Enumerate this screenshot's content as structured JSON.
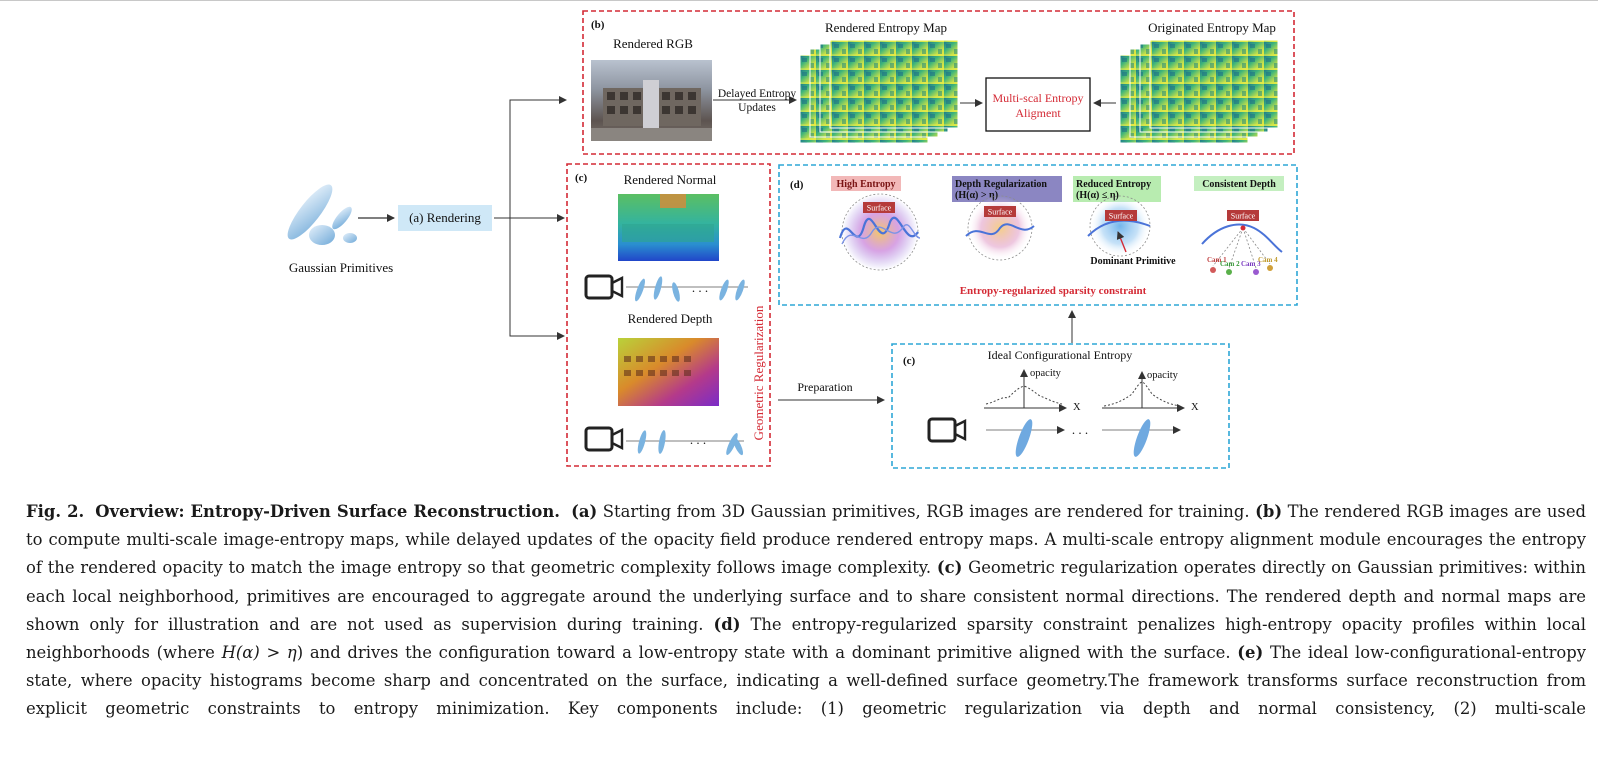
{
  "figure": {
    "gaussian_label": "Gaussian Primitives",
    "rendering_label": "(a)  Rendering",
    "panel_b": {
      "tag": "(b)",
      "rendered_rgb": "Rendered RGB",
      "delayed_line1": "Delayed Entropy",
      "delayed_line2": "Updates",
      "rendered_entropy_map": "Rendered Entropy Map",
      "multiscale_line1": "Multi-scal Entropy",
      "multiscale_line2": "Aligment",
      "originated_entropy_map": "Originated Entropy Map"
    },
    "panel_c": {
      "tag": "(c)",
      "rendered_normal": "Rendered Normal",
      "rendered_depth": "Rendered Depth",
      "geometric_regularization": "Geometric Regularization",
      "dots": ". . ."
    },
    "panel_d": {
      "tag": "(d)",
      "high_entropy": "High Entropy",
      "depth_reg_line1": "Depth Regularization",
      "depth_reg_line2": "(H(α) > η)",
      "reduced_line1": "Reduced Entropy",
      "reduced_line2": "(H(α) ≤ η)",
      "consistent_depth": "Consistent Depth",
      "surface": "Surface",
      "dominant_primitive": "Dominant Primitive",
      "cam1": "Cam 1",
      "cam2": "Cam 2",
      "cam3": "Cam 3",
      "cam4": "Cam 4",
      "constraint": "Entropy-regularized sparsity constraint"
    },
    "panel_e": {
      "tag": "(c)",
      "title": "Ideal Configurational Entropy",
      "opacity": "opacity",
      "x": "X",
      "dots": ". . ."
    },
    "preparation": "Preparation",
    "colors": {
      "red_dashed": "#d42a35",
      "blue_dashed": "#2ea7d6",
      "rendering_box": "#cfe8f7",
      "high_entropy_badge": "#f2b8b8",
      "depth_reg_badge": "#8b86c2",
      "reduced_badge": "#b8ecb0",
      "consistent_badge": "#c4efc0",
      "surface_badge": "#b53a3a"
    }
  },
  "caption": {
    "fig_label": "Fig. 2.",
    "fig_title": "Overview: Entropy-Driven Surface Reconstruction.",
    "a_tag": "(a)",
    "a_text": "Starting from 3D Gaussian primitives, RGB images are rendered for training.",
    "b_tag": "(b)",
    "b_text": "The rendered RGB images are used to compute multi-scale image-entropy maps, while delayed updates of the opacity field produce rendered entropy maps. A multi-scale entropy alignment module encourages the entropy of the rendered opacity to match the image entropy so that geometric complexity follows image complexity.",
    "c_tag": "(c)",
    "c_text": "Geometric regularization operates directly on Gaussian primitives: within each local neighborhood, primitives are encouraged to aggregate around the underlying surface and to share consistent normal directions. The rendered depth and normal maps are shown only for illustration and are not used as supervision during training.",
    "d_tag": "(d)",
    "d_text_1": "The entropy-regularized sparsity constraint penalizes high-entropy opacity profiles within local neighborhoods (where",
    "d_math": "H(α) > η",
    "d_text_2": ") and drives the configuration toward a low-entropy state with a dominant primitive aligned with the surface.",
    "e_tag": "(e)",
    "e_text": "The ideal low-configurational-entropy state, where opacity histograms become sharp and concentrated on the surface, indicating a well-defined surface geometry.The framework transforms surface reconstruction from explicit geometric constraints to entropy minimization. Key components include: (1) geometric regularization via depth and normal consistency, (2) multi-scale"
  }
}
